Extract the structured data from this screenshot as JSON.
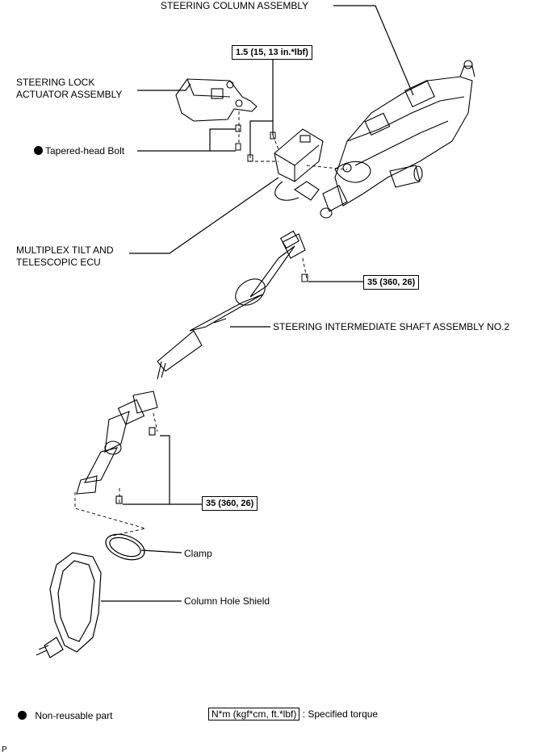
{
  "labels": {
    "steering_column_assembly": "STEERING COLUMN ASSEMBLY",
    "steering_lock_line1": "STEERING LOCK",
    "steering_lock_line2": "ACTUATOR ASSEMBLY",
    "tapered_head_bolt": "Tapered-head Bolt",
    "multiplex_line1": "MULTIPLEX TILT AND",
    "multiplex_line2": "TELESCOPIC ECU",
    "intermediate_shaft": "STEERING INTERMEDIATE SHAFT ASSEMBLY NO.2",
    "clamp": "Clamp",
    "column_hole_shield": "Column Hole Shield"
  },
  "torques": {
    "ecu_bolts": "1.5 (15, 13 in.*lbf)",
    "upper_joint_bolt": "35 (360, 26)",
    "lower_joint_bolts": "35 (360, 26)"
  },
  "legend": {
    "non_reusable": "Non-reusable part",
    "torque_units": "N*m (kgf*cm, ft.*lbf)",
    "specified_torque": ": Specified torque"
  },
  "footer": {
    "code": "P"
  }
}
